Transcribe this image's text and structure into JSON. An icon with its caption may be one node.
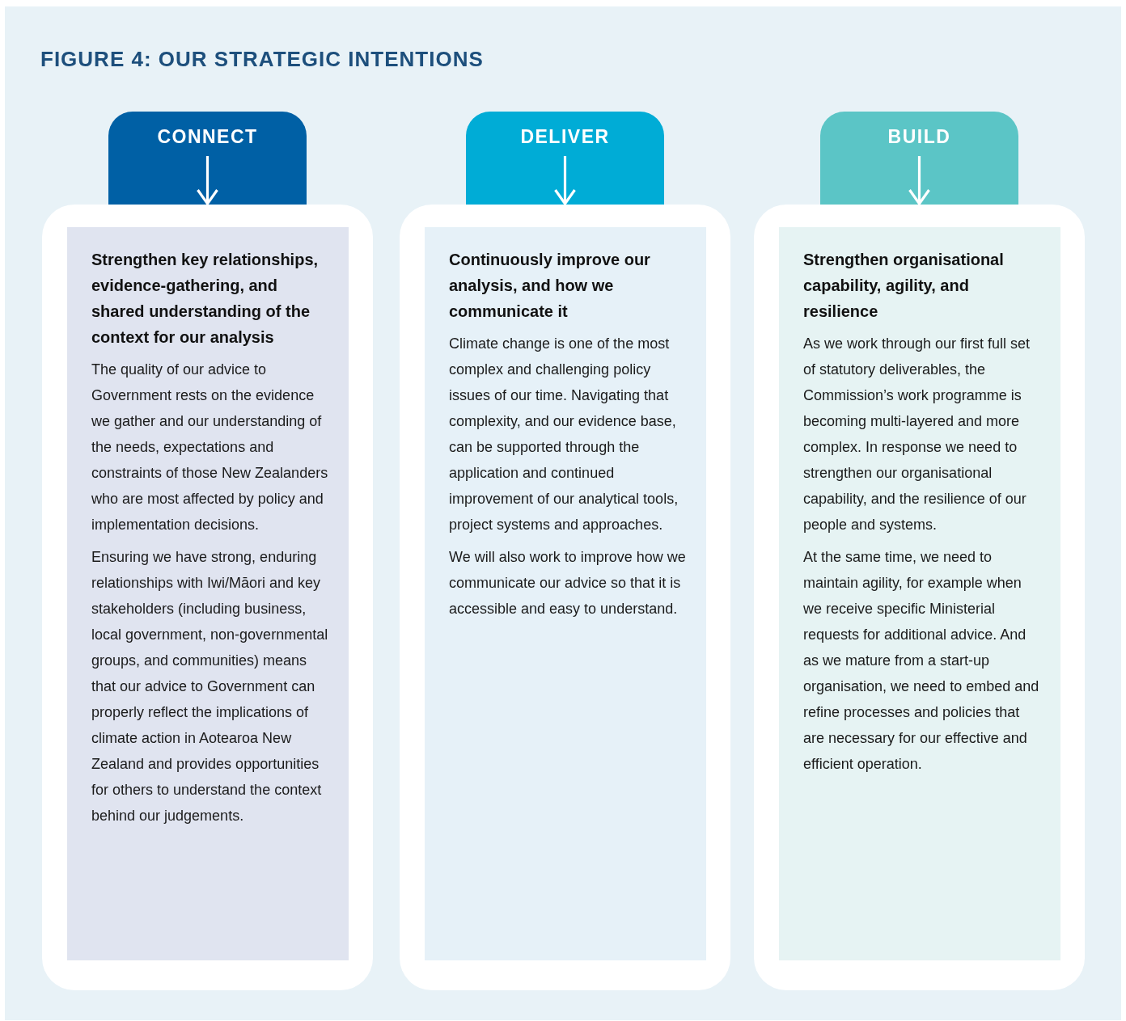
{
  "diagram": {
    "title": "FIGURE 4: OUR STRATEGIC INTENTIONS",
    "nodes": [
      {
        "text": [
          "CONNECT"
        ]
      },
      {
        "text": [
          "Strengthen key relationships, evidence-gathering, and shared understanding of the context for our analysis",
          "The quality of our advice to Government rests on the evidence we gather and our understanding of the needs, expectations and constraints of those New Zealanders who are most affected by policy and implementation decisions.",
          "Ensuring we have strong, enduring relationships with Iwi/Māori and key stakeholders (including business, local government, non-governmental groups, and communities) means that our advice to Government can properly reflect the implications of climate action in Aotearoa New Zealand and provides opportunities for others to understand the context behind our judgements."
        ]
      },
      {
        "text": [
          "DELIVER"
        ]
      },
      {
        "text": [
          "Continuously improve our analysis, and how we communicate it",
          "Climate change is one of the most complex and challenging policy issues of our time. Navigating that complexity, and our evidence base, can be supported through the application and continued improvement of our analytical tools, project systems and approaches.",
          "We will also work to improve how we communicate our advice so that it is accessible and easy to understand."
        ]
      },
      {
        "text": [
          "BUILD"
        ]
      },
      {
        "text": [
          "Strengthen organisational capability, agility, and resilience",
          "As we work through our first full set of statutory deliverables, the Commission’s work programme is becoming multi-layered and more complex. In response we need to strengthen our organisational capability, and the resilience of our people and systems.",
          "At the same time, we need to maintain agility, for example when we receive specific Ministerial requests for additional advice. And as we mature from a start-up organisation, we need to embed and refine processes and policies that are necessary for our effective and efficient operation."
        ]
      }
    ],
    "edges": [
      {
        "from": 0,
        "to": 1,
        "arrow": "to"
      },
      {
        "from": 2,
        "to": 3,
        "arrow": "to"
      },
      {
        "from": 4,
        "to": 5,
        "arrow": "to"
      }
    ]
  }
}
